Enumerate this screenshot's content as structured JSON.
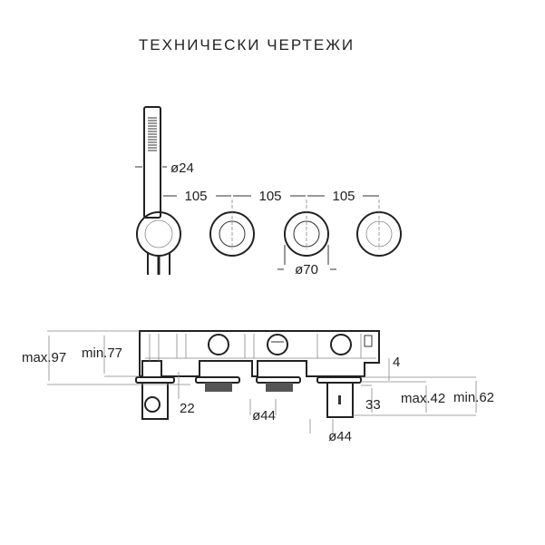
{
  "title": "ТЕХНИЧЕСКИ ЧЕРТЕЖИ",
  "top_view": {
    "handshower_diameter": "ø24",
    "spacing": [
      "105",
      "105",
      "105"
    ],
    "rosette_diameter": "ø70"
  },
  "side_view": {
    "max_depth": "max.97",
    "min_depth": "min.77",
    "thread": "22",
    "outlet_diameter": "ø44",
    "gap": "4",
    "spout_height": "33",
    "max_projection": "max.42",
    "min_projection": "min.62",
    "spout_diameter": "ø44"
  }
}
